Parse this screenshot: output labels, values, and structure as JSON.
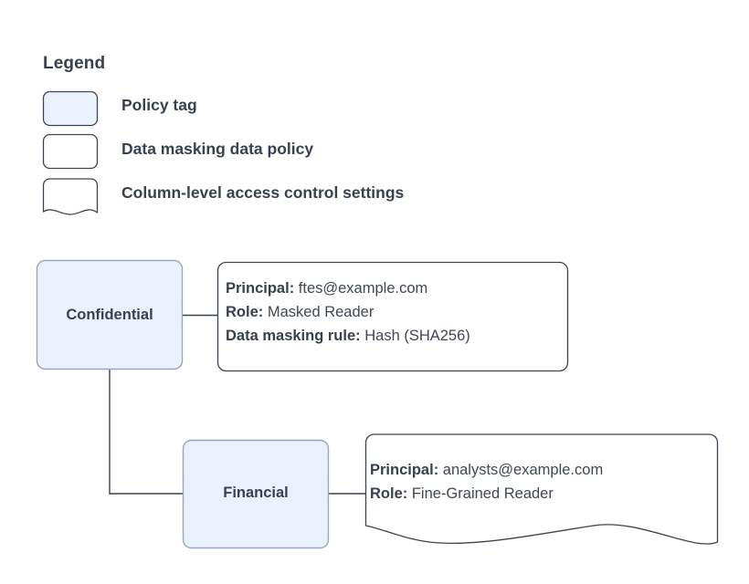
{
  "diagram": {
    "background": "#ffffff",
    "node_fill": "#e9f1fd",
    "node_stroke": "#9aa6b8",
    "box_stroke": "#3b4450",
    "connector_color": "#39414f",
    "text_color": "#39414f"
  },
  "legend": {
    "title": "Legend",
    "items": [
      {
        "label": "Policy tag",
        "shape": "rounded-rect-filled",
        "swatch_fill": "#e9f1fd",
        "swatch_stroke": "#3b4450"
      },
      {
        "label": "Data masking data policy",
        "shape": "rounded-rect",
        "swatch_fill": "#ffffff",
        "swatch_stroke": "#3b4450"
      },
      {
        "label": "Column-level access control settings",
        "shape": "document-wavy-bottom",
        "swatch_fill": "#ffffff",
        "swatch_stroke": "#3b4450"
      }
    ]
  },
  "nodes": [
    {
      "id": "confidential",
      "label": "Confidential",
      "type": "policy-tag"
    },
    {
      "id": "financial",
      "label": "Financial",
      "type": "policy-tag"
    }
  ],
  "policies": {
    "masking": {
      "type": "data-masking-data-policy",
      "rows": [
        {
          "key": "Principal:",
          "value": "ftes@example.com"
        },
        {
          "key": "Role:",
          "value": "Masked Reader"
        },
        {
          "key": "Data masking rule:",
          "value": "Hash (SHA256)"
        }
      ]
    },
    "access": {
      "type": "column-level-access-control-settings",
      "rows": [
        {
          "key": "Principal:",
          "value": "analysts@example.com"
        },
        {
          "key": "Role:",
          "value": "Fine-Grained Reader"
        }
      ]
    }
  },
  "connectors": [
    {
      "from": "confidential",
      "to": "masking-policy"
    },
    {
      "from": "confidential",
      "to": "financial"
    },
    {
      "from": "financial",
      "to": "access-policy"
    }
  ]
}
